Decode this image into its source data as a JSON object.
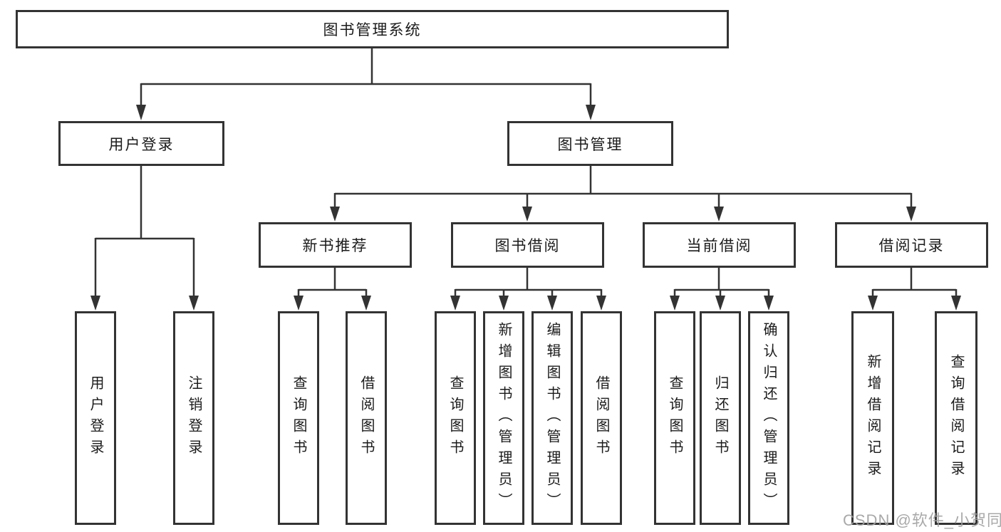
{
  "root": {
    "label": "图书管理系统"
  },
  "level2": {
    "user_login": "用户登录",
    "book_mgmt": "图书管理"
  },
  "level3": {
    "new_books": "新书推荐",
    "borrow": "图书借阅",
    "current": "当前借阅",
    "records": "借阅记录"
  },
  "leaves": {
    "user_login": [
      "用户登录",
      "注销登录"
    ],
    "new_books": [
      "查询图书",
      "借阅图书"
    ],
    "borrow": [
      "查询图书",
      "新增图书（管理员）",
      "编辑图书（管理员）",
      "借阅图书"
    ],
    "current": [
      "查询图书",
      "归还图书",
      "确认归还（管理员）"
    ],
    "records": [
      "新增借阅记录",
      "查询借阅记录"
    ]
  },
  "watermark": "CSDN @软件_小贺同学",
  "colors": {
    "line": "#333333",
    "border": "#333333",
    "text": "#1b1b1b",
    "watermark": "#a0a0a0"
  }
}
